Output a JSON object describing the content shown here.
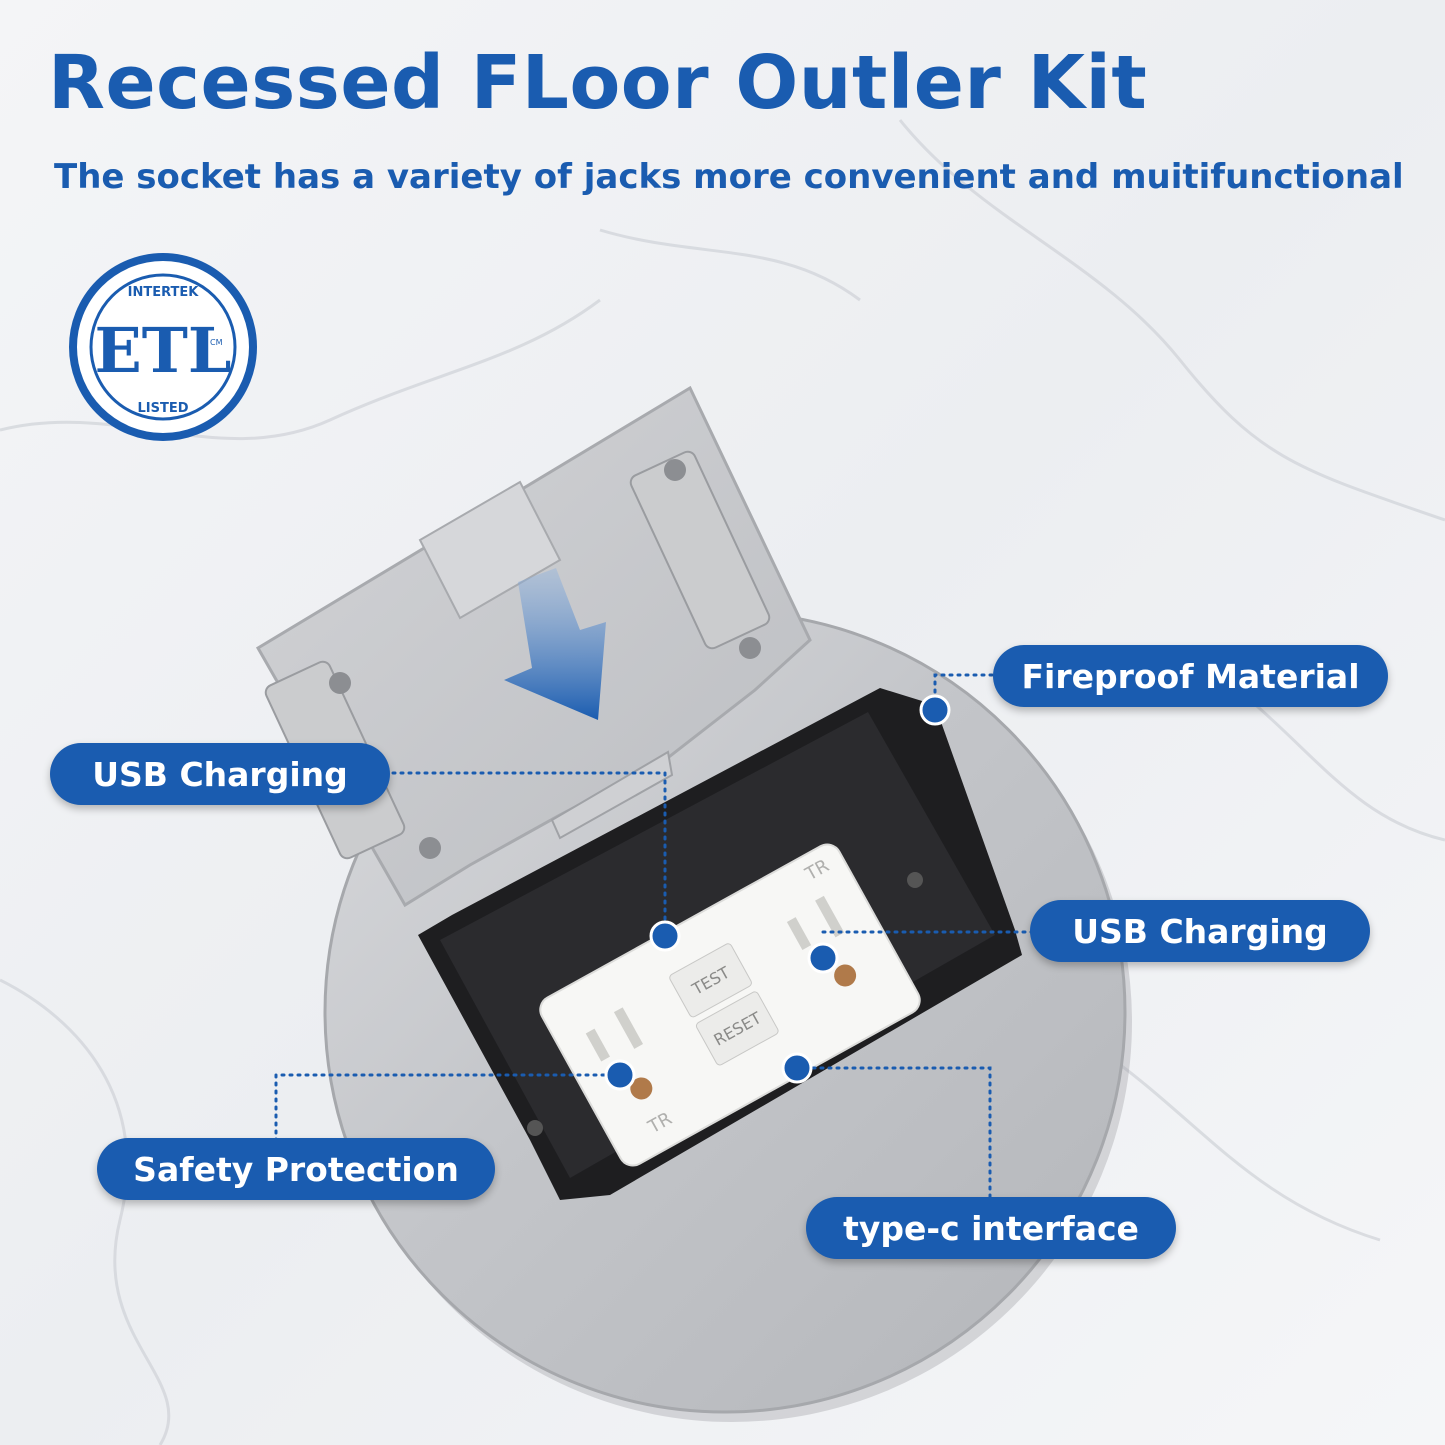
{
  "header": {
    "title": "Recessed FLoor Outler Kit",
    "subtitle": "The socket has a variety of jacks more convenient and muitifunctional"
  },
  "certification": {
    "mark": "ETL",
    "top_text": "INTERTEK",
    "bottom_text": "LISTED",
    "side_text": "CM",
    "icon": "etl-listed-seal"
  },
  "callouts": {
    "fireproof": "Fireproof Material",
    "usb_left": "USB Charging",
    "usb_right": "USB Charging",
    "safety": "Safety Protection",
    "typec": "type-c interface"
  },
  "receptacle": {
    "left_label": "TEST",
    "right_label": "RESET",
    "top_mark": "TR",
    "bottom_mark": "TR"
  },
  "colors": {
    "brand_blue": "#1a5cb0",
    "plate_silver": "#c6c8cb",
    "box_black": "#1e1e20"
  }
}
